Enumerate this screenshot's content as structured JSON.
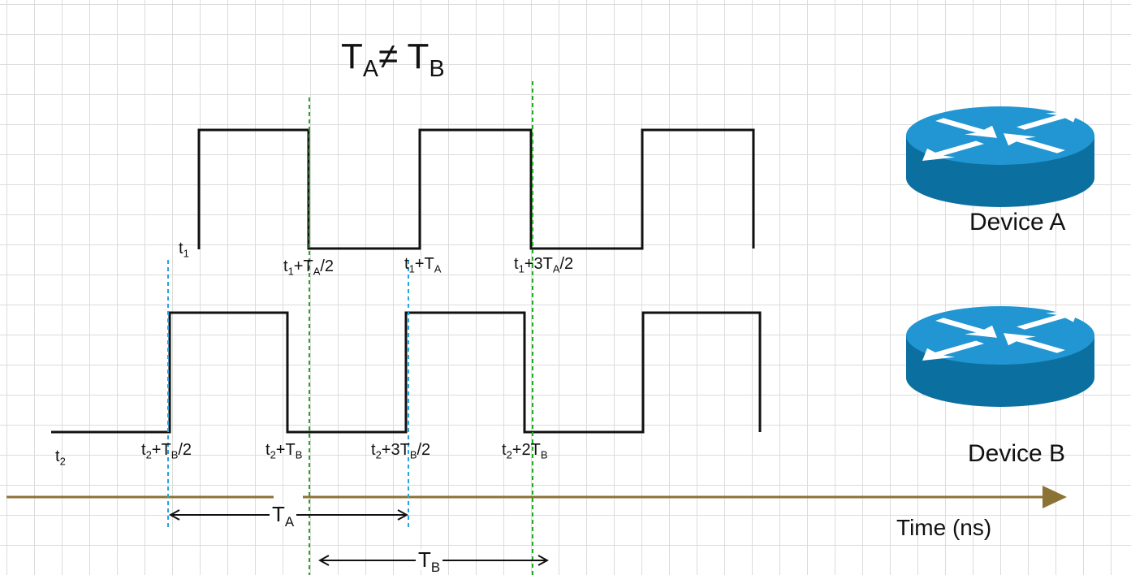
{
  "title": {
    "left": "T",
    "left_sub": "A",
    "op": "≠ ",
    "right": "T",
    "right_sub": "B"
  },
  "devices": {
    "a": "Device A",
    "b": "Device B"
  },
  "axis": {
    "label": "Time (ns)"
  },
  "labels_a": {
    "t1": {
      "main": "t",
      "sub": "1"
    },
    "half": {
      "m1": "t",
      "s1": "1",
      "m2": "+T",
      "s2": "A",
      "m3": "/2"
    },
    "full": {
      "m1": "t",
      "s1": "1",
      "m2": "+T",
      "s2": "A"
    },
    "three_half": {
      "m1": "t",
      "s1": "1",
      "m2": "+3T",
      "s2": "A",
      "m3": "/2"
    }
  },
  "labels_b": {
    "t2": {
      "main": "t",
      "sub": "2"
    },
    "half": {
      "m1": "t",
      "s1": "2",
      "m2": "+T",
      "s2": "B",
      "m3": "/2"
    },
    "full": {
      "m1": "t",
      "s1": "2",
      "m2": "+T",
      "s2": "B"
    },
    "three_half": {
      "m1": "t",
      "s1": "2",
      "m2": "+3T",
      "s2": "B",
      "m3": "/2"
    },
    "double": {
      "m1": "t",
      "s1": "2",
      "m2": "+2T",
      "s2": "B"
    }
  },
  "spans": {
    "ta": {
      "main": "T",
      "sub": "A"
    },
    "tb": {
      "main": "T",
      "sub": "B"
    }
  },
  "colors": {
    "signal": "#111111",
    "axis": "#8b7335",
    "marker_a": "#22aa22",
    "marker_b": "#29a3e0",
    "router_top": "#2196d2",
    "router_side": "#0b6fa0"
  },
  "icons": {
    "device_a": "router-icon",
    "device_b": "router-icon"
  }
}
